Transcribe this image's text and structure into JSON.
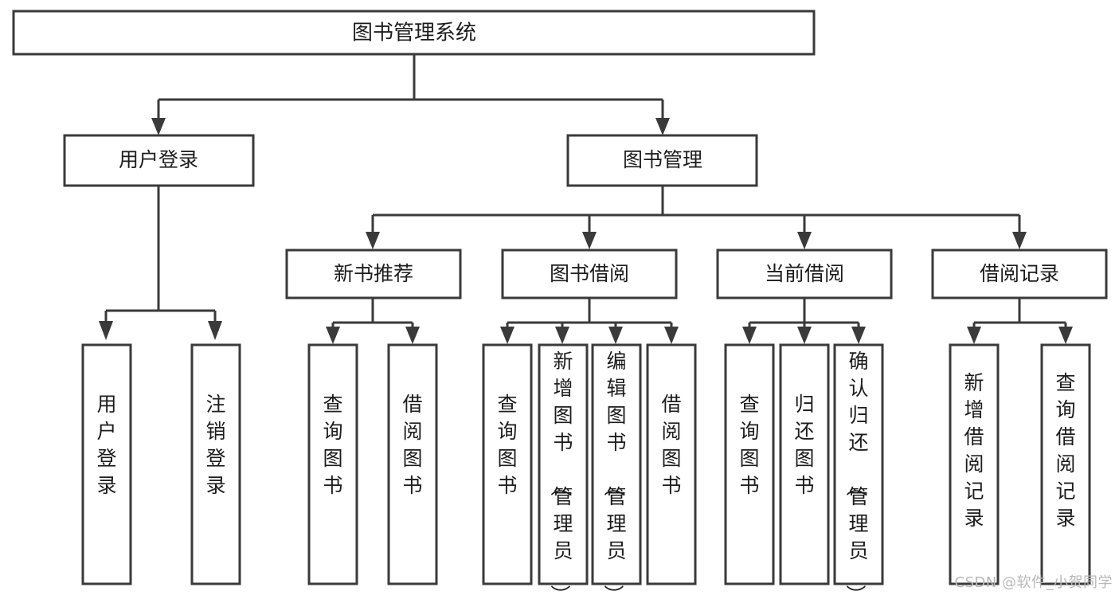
{
  "diagram": {
    "type": "tree-hierarchy-chart",
    "title": "图书管理系统",
    "watermark": "CSDN @软件_小贺同学",
    "levels": {
      "level1": [
        {
          "id": "root",
          "label": "图书管理系统"
        }
      ],
      "level2": [
        {
          "id": "user-login",
          "label": "用户登录"
        },
        {
          "id": "book-management",
          "label": "图书管理"
        }
      ],
      "level3": [
        {
          "id": "new-book-recommend",
          "label": "新书推荐",
          "parent": "book-management"
        },
        {
          "id": "book-borrow",
          "label": "图书借阅",
          "parent": "book-management"
        },
        {
          "id": "current-borrow",
          "label": "当前借阅",
          "parent": "book-management"
        },
        {
          "id": "borrow-record",
          "label": "借阅记录",
          "parent": "book-management"
        }
      ],
      "leaves": [
        {
          "id": "leaf-user-login",
          "label": "用户登录",
          "parent": "user-login"
        },
        {
          "id": "leaf-logout",
          "label": "注销登录",
          "parent": "user-login"
        },
        {
          "id": "leaf-query-book-1",
          "label": "查询图书",
          "parent": "new-book-recommend"
        },
        {
          "id": "leaf-borrow-book-1",
          "label": "借阅图书",
          "parent": "new-book-recommend"
        },
        {
          "id": "leaf-query-book-2",
          "label": "查询图书",
          "parent": "book-borrow"
        },
        {
          "id": "leaf-add-book",
          "label": "新增图书（管理员）",
          "parent": "book-borrow"
        },
        {
          "id": "leaf-edit-book",
          "label": "编辑图书（管理员）",
          "parent": "book-borrow"
        },
        {
          "id": "leaf-borrow-book-2",
          "label": "借阅图书",
          "parent": "book-borrow"
        },
        {
          "id": "leaf-query-book-3",
          "label": "查询图书",
          "parent": "current-borrow"
        },
        {
          "id": "leaf-return-book",
          "label": "归还图书",
          "parent": "current-borrow"
        },
        {
          "id": "leaf-confirm-return",
          "label": "确认归还（管理员）",
          "parent": "current-borrow"
        },
        {
          "id": "leaf-add-record",
          "label": "新增借阅记录",
          "parent": "borrow-record"
        },
        {
          "id": "leaf-query-record",
          "label": "查询借阅记录",
          "parent": "borrow-record"
        }
      ]
    },
    "colors": {
      "stroke": "#3a3a3a",
      "fill": "#ffffff",
      "text": "#1c1c1c",
      "watermark": "#b8b8b8"
    }
  }
}
